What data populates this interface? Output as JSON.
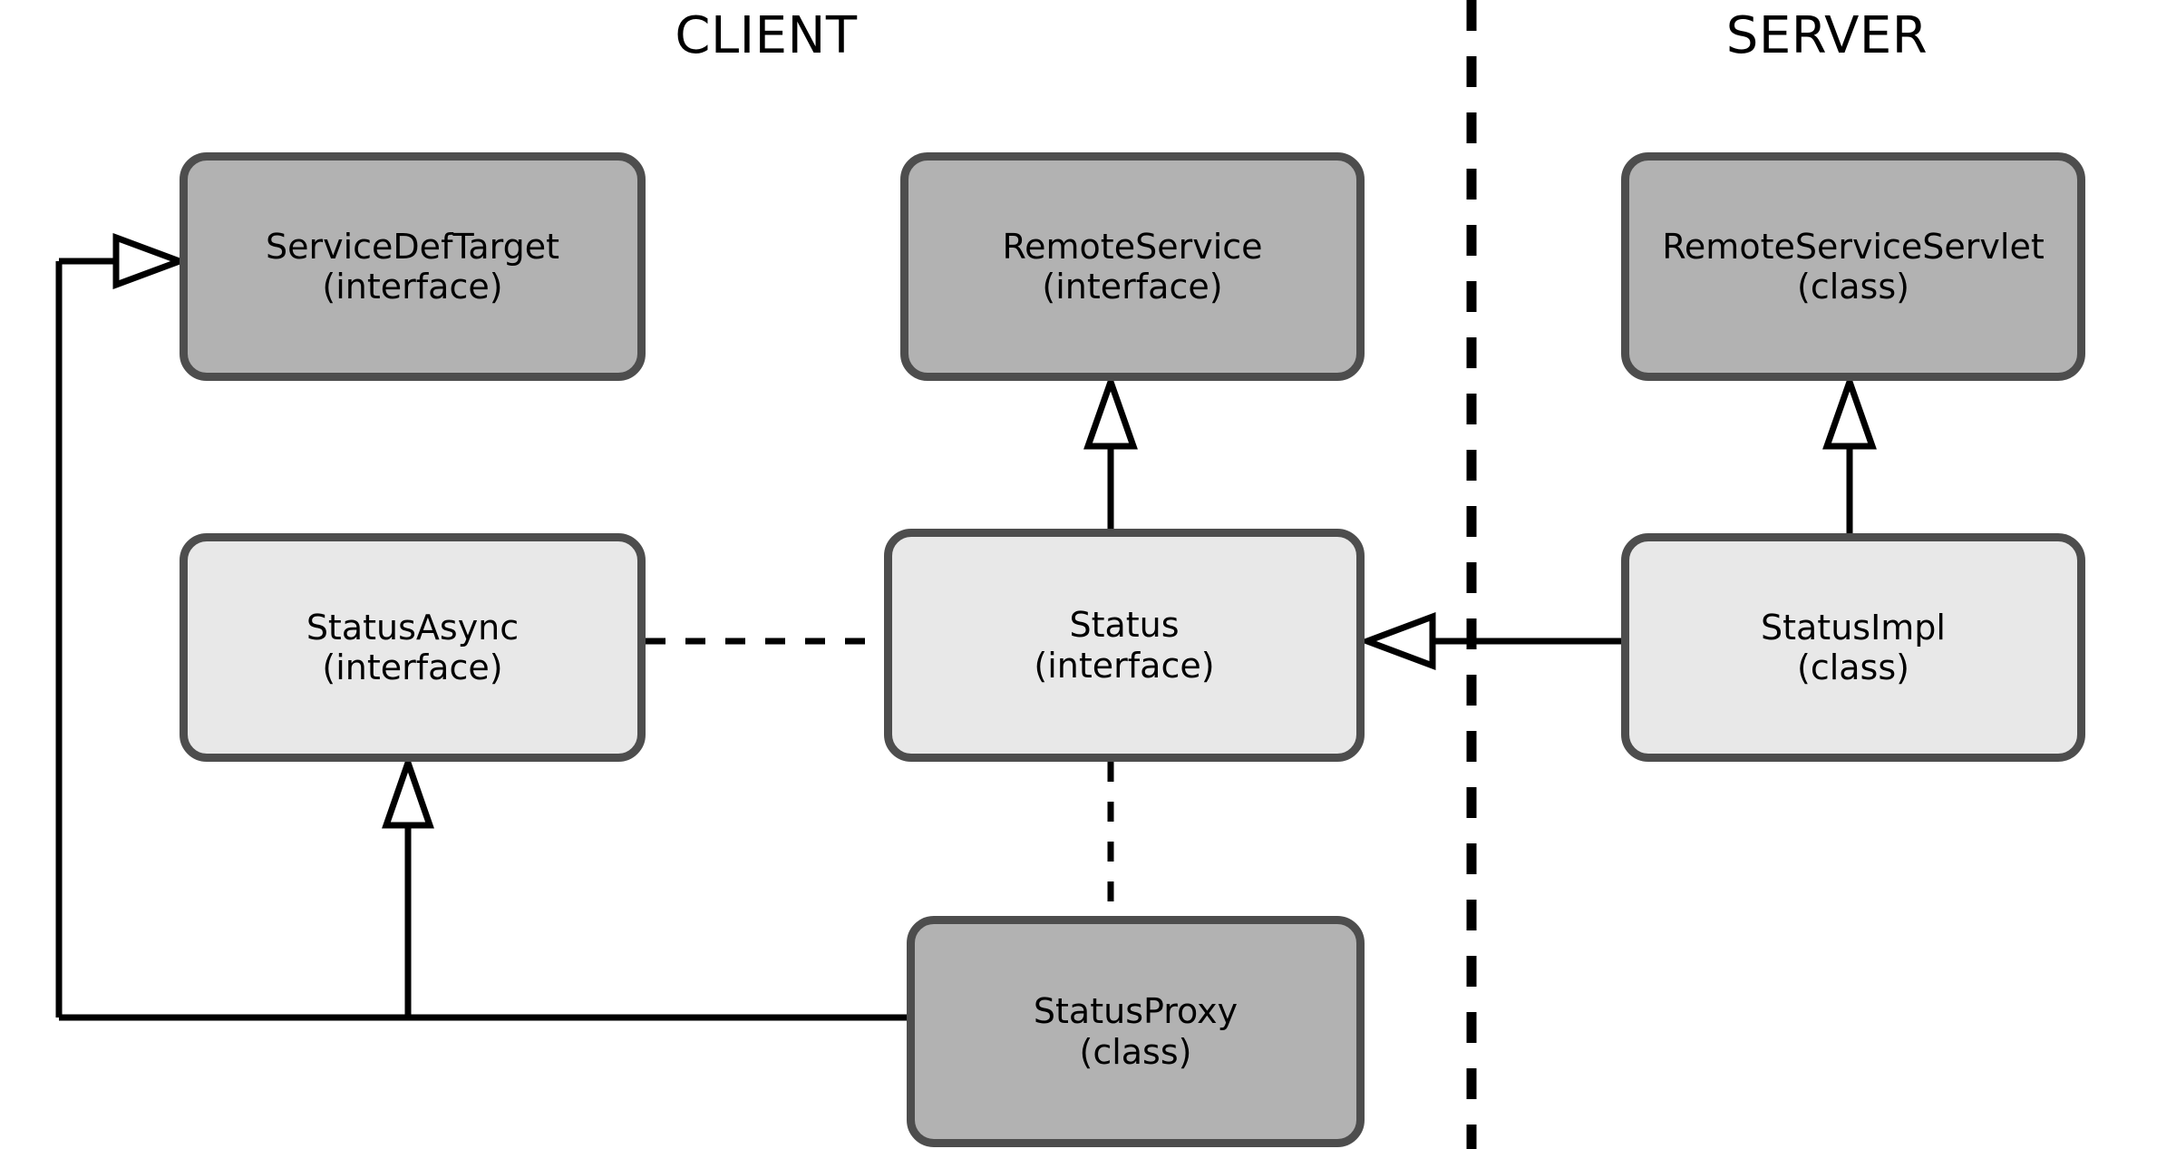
{
  "diagram": {
    "title_client": "CLIENT",
    "title_server": "SERVER",
    "colors": {
      "interface_top_fill": "#b2b2b2",
      "class_fill": "#e8e8e8",
      "proxy_fill": "#b2b2b2",
      "border": "#4d4d4d",
      "line": "#000000",
      "background": "#ffffff"
    },
    "nodes": [
      {
        "id": "servicedeftarget",
        "name": "ServiceDefTarget",
        "kind": "(interface)",
        "zone": "CLIENT",
        "fill": "dark"
      },
      {
        "id": "remoteservice",
        "name": "RemoteService",
        "kind": "(interface)",
        "zone": "CLIENT",
        "fill": "dark"
      },
      {
        "id": "remoteserviceservlet",
        "name": "RemoteServiceServlet",
        "kind": "(class)",
        "zone": "SERVER",
        "fill": "dark"
      },
      {
        "id": "statusasync",
        "name": "StatusAsync",
        "kind": "(interface)",
        "zone": "CLIENT",
        "fill": "light"
      },
      {
        "id": "status",
        "name": "Status",
        "kind": "(interface)",
        "zone": "CLIENT",
        "fill": "light"
      },
      {
        "id": "statusimpl",
        "name": "StatusImpl",
        "kind": "(class)",
        "zone": "SERVER",
        "fill": "light"
      },
      {
        "id": "statusproxy",
        "name": "StatusProxy",
        "kind": "(class)",
        "zone": "CLIENT",
        "fill": "dark"
      }
    ],
    "edges": [
      {
        "id": "status-to-remoteservice",
        "from": "status",
        "to": "remoteservice",
        "style": "solid",
        "arrow": "hollow-triangle"
      },
      {
        "id": "statusimpl-to-remoteserviceservlet",
        "from": "statusimpl",
        "to": "remoteserviceservlet",
        "style": "solid",
        "arrow": "hollow-triangle"
      },
      {
        "id": "statusimpl-to-status",
        "from": "statusimpl",
        "to": "status",
        "style": "solid",
        "arrow": "hollow-triangle"
      },
      {
        "id": "statusasync-to-status",
        "from": "statusasync",
        "to": "status",
        "style": "dashed",
        "arrow": "none"
      },
      {
        "id": "statusproxy-to-status",
        "from": "statusproxy",
        "to": "status",
        "style": "dashed",
        "arrow": "none"
      },
      {
        "id": "statusproxy-to-statusasync",
        "from": "statusproxy",
        "to": "statusasync",
        "style": "solid",
        "arrow": "hollow-triangle"
      },
      {
        "id": "statusproxy-to-servicedeftarget",
        "from": "statusproxy",
        "to": "servicedeftarget",
        "style": "solid",
        "arrow": "hollow-triangle"
      }
    ],
    "divider": {
      "orientation": "vertical",
      "style": "dashed",
      "label_left": "CLIENT",
      "label_right": "SERVER"
    }
  }
}
